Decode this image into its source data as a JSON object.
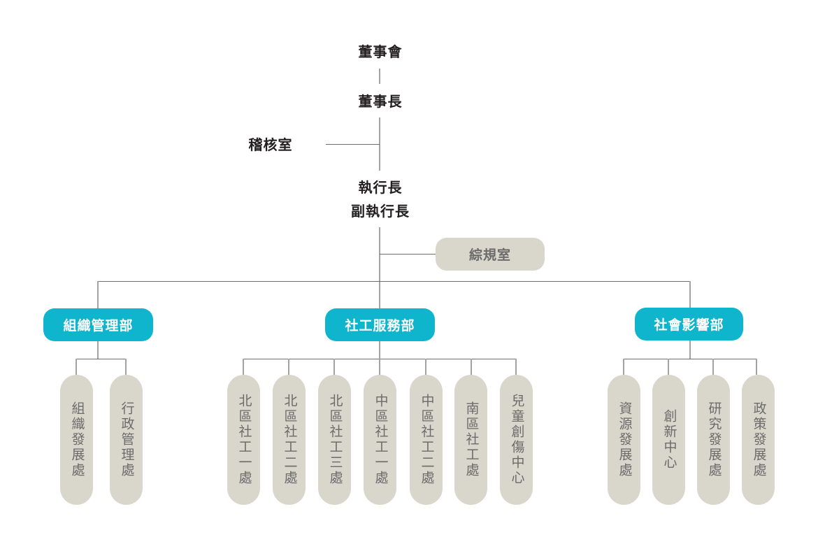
{
  "top": {
    "board": "董事會",
    "chairman": "董事長",
    "audit_office": "稽核室",
    "ceo": "執行長",
    "deputy_ceo": "副執行長",
    "planning_office": "綜規室"
  },
  "departments": [
    {
      "name": "組織管理部",
      "units": [
        "組織發展處",
        "行政管理處"
      ]
    },
    {
      "name": "社工服務部",
      "units": [
        "北區社工一處",
        "北區社工二處",
        "北區社工三處",
        "中區社工一處",
        "中區社工二處",
        "南區社工處",
        "兒童創傷中心"
      ]
    },
    {
      "name": "社會影響部",
      "units": [
        "資源發展處",
        "創新中心",
        "研究發展處",
        "政策發展處"
      ]
    }
  ],
  "colors": {
    "department_fill": "#0fb5cc",
    "unit_fill": "#d9d6cb",
    "unit_text": "#6b6b6b",
    "title_text": "#231f20"
  }
}
